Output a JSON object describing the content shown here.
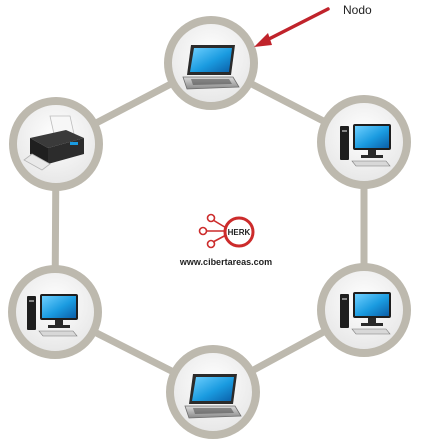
{
  "annotation": {
    "label": "Nodo"
  },
  "watermark": {
    "text": "www.cibertareas.com",
    "logo_text": "HERK"
  },
  "nodes": [
    {
      "id": "laptop-top",
      "device": "laptop-icon"
    },
    {
      "id": "desktop-right-upper",
      "device": "desktop-computer-icon"
    },
    {
      "id": "desktop-right-lower",
      "device": "desktop-computer-icon"
    },
    {
      "id": "laptop-bottom",
      "device": "laptop-icon"
    },
    {
      "id": "desktop-left-lower",
      "device": "desktop-computer-icon"
    },
    {
      "id": "printer-left-upper",
      "device": "printer-icon"
    }
  ],
  "colors": {
    "ring_link": "#bdb9ae",
    "node_border": "#bdb9ae",
    "node_fill": "#f2f2f2",
    "arrow": "#c0232b",
    "screen": "#1a9be0",
    "logo_red": "#cc2b2b"
  }
}
